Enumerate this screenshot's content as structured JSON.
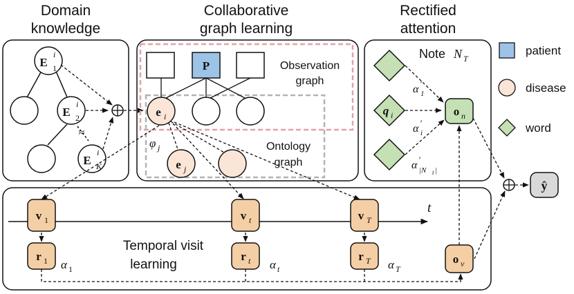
{
  "panels": {
    "domain": {
      "title_line1": "Domain",
      "title_line2": "knowledge"
    },
    "graph": {
      "title_line1": "Collaborative",
      "title_line2": "graph learning"
    },
    "attention": {
      "title_line1": "Rectified",
      "title_line2": "attention"
    },
    "temporal": {
      "label_line1": "Temporal visit",
      "label_line2": "learning"
    }
  },
  "legend": {
    "patient": "patient",
    "disease": "disease",
    "word": "word"
  },
  "colors": {
    "patient": "#9dc3e6",
    "disease": "#fbe5d6",
    "visit": "#f4cea4",
    "word": "#c5e0b4",
    "output": "#d9d9d9",
    "observation_box": "#e3a1a8",
    "ontology_box": "#b3b3b3"
  },
  "domain": {
    "nodes": {
      "e1": {
        "base": "E",
        "sub": "1",
        "sup": "i"
      },
      "e2": {
        "base": "E",
        "sub": "2",
        "sup": "i"
      },
      "ek": {
        "base": "E",
        "sub": "K",
        "sup": "i"
      }
    },
    "omission": "≈"
  },
  "graph": {
    "patient_node": "P",
    "observation_line1": "Observation",
    "observation_line2": "graph",
    "ontology_line1": "Ontology",
    "ontology_line2": "graph",
    "ei": {
      "base": "e",
      "sub": "i"
    },
    "ej": {
      "base": "e",
      "sub": "j"
    },
    "phi": {
      "base": "φ",
      "sub": "j"
    }
  },
  "attention": {
    "note": {
      "prefix": "Note ",
      "base": "N",
      "sub": "T"
    },
    "qi": {
      "base": "q",
      "sub": "i"
    },
    "on": {
      "base": "o",
      "sub": "n"
    },
    "alpha1": {
      "base": "α",
      "prime": "′",
      "sub": "1"
    },
    "alphai": {
      "base": "α",
      "prime": "′",
      "sub": "i"
    },
    "alphaN": {
      "base": "α",
      "prime": "′",
      "sub": "|N",
      "sub2": "t",
      "sub3": "|"
    }
  },
  "temporal": {
    "time_label": "t",
    "v1": {
      "base": "v",
      "sub": "1"
    },
    "vt": {
      "base": "v",
      "sub": "t"
    },
    "vT": {
      "base": "v",
      "sub": "T"
    },
    "r1": {
      "base": "r",
      "sub": "1"
    },
    "rt": {
      "base": "r",
      "sub": "t"
    },
    "rT": {
      "base": "r",
      "sub": "T"
    },
    "ov": {
      "base": "o",
      "sub": "v"
    },
    "a1": {
      "base": "α",
      "sub": "1"
    },
    "at": {
      "base": "α",
      "sub": "t"
    },
    "aT": {
      "base": "α",
      "sub": "T"
    }
  },
  "output": {
    "label": "ŷ"
  },
  "operators": {
    "sum": "⊕"
  }
}
